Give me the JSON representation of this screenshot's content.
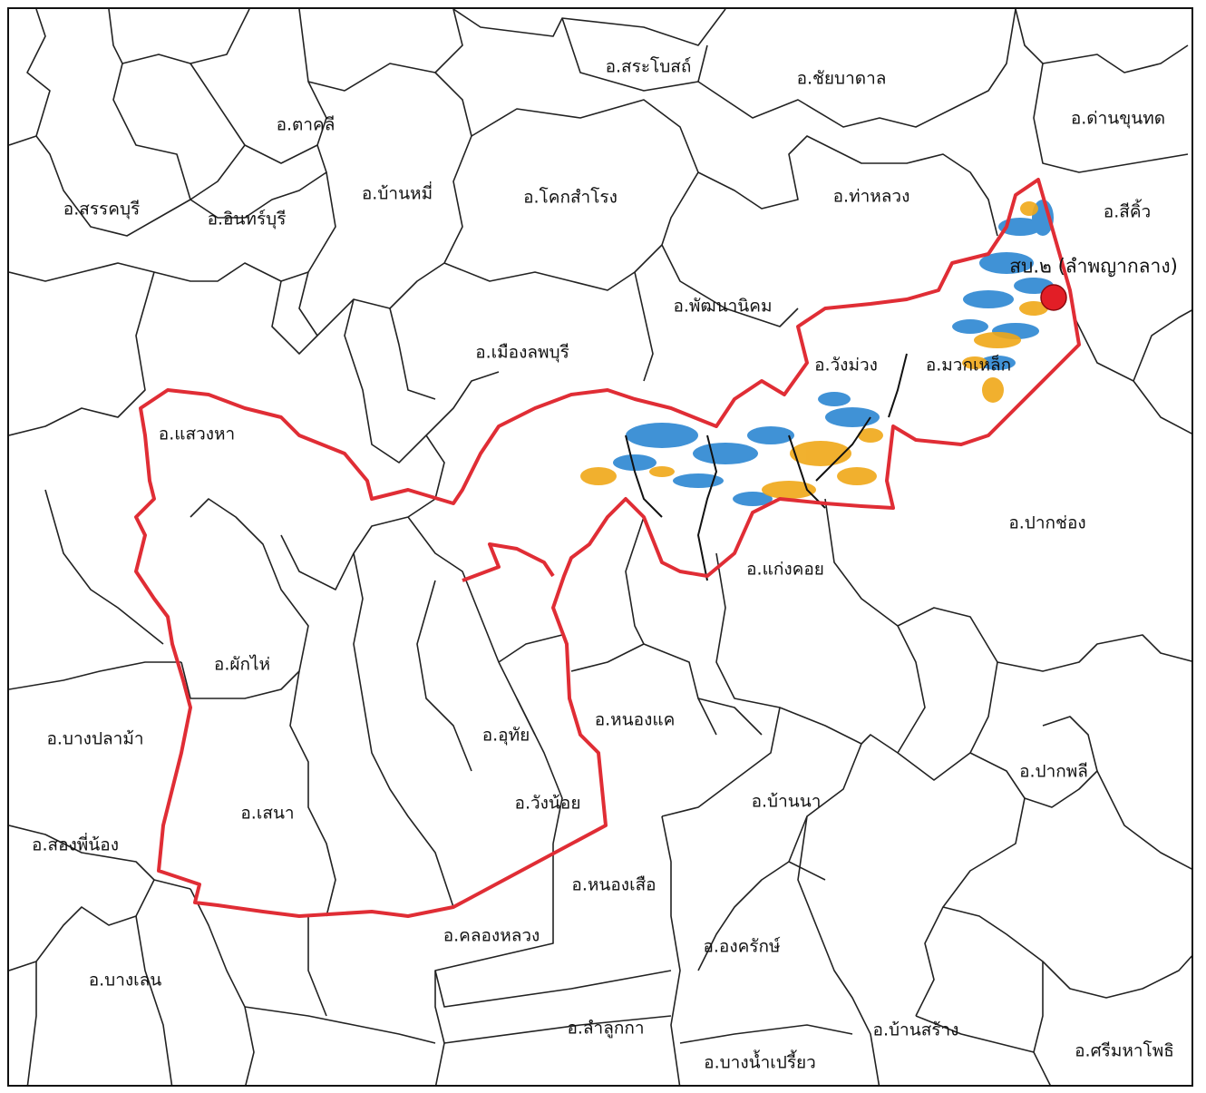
{
  "map": {
    "colors": {
      "boundary": "#222222",
      "basin_outline": "#e02d35",
      "flood_blue": "#1f7fd0",
      "flood_orange": "#f0a818",
      "station_marker": "#e21e26"
    },
    "station": {
      "label": "สบ.๒ (ลำพญากลาง)",
      "icon": "red-circle-marker"
    },
    "districts": [
      {
        "id": "sarabot",
        "name": "อ.สระโบสถ์"
      },
      {
        "id": "chaibadan",
        "name": "อ.ชัยบาดาล"
      },
      {
        "id": "dankhunthot",
        "name": "อ.ด่านขุนทด"
      },
      {
        "id": "takhli",
        "name": "อ.ตาคลี"
      },
      {
        "id": "sanphrakhon",
        "name": "อ.สรรคบุรี"
      },
      {
        "id": "inburi",
        "name": "อ.อินทร์บุรี"
      },
      {
        "id": "banmi",
        "name": "อ.บ้านหมี่"
      },
      {
        "id": "khoksamrong",
        "name": "อ.โคกสำโรง"
      },
      {
        "id": "thaluang",
        "name": "อ.ท่าหลวง"
      },
      {
        "id": "sikhio",
        "name": "อ.สีคิ้ว"
      },
      {
        "id": "phatthananikhom",
        "name": "อ.พัฒนานิคม"
      },
      {
        "id": "mueanglopburi",
        "name": "อ.เมืองลพบุรี"
      },
      {
        "id": "wangmuang",
        "name": "อ.วังม่วง"
      },
      {
        "id": "muaklek",
        "name": "อ.มวกเหล็ก"
      },
      {
        "id": "saenghai",
        "name": "อ.แสวงหา"
      },
      {
        "id": "pakchong",
        "name": "อ.ปากช่อง"
      },
      {
        "id": "kaengkhoi",
        "name": "อ.แก่งคอย"
      },
      {
        "id": "phakhai",
        "name": "อ.ผักไห่"
      },
      {
        "id": "bangplama",
        "name": "อ.บางปลาม้า"
      },
      {
        "id": "nongkhae",
        "name": "อ.หนองแค"
      },
      {
        "id": "uthai",
        "name": "อ.อุทัย"
      },
      {
        "id": "pakphli",
        "name": "อ.ปากพลี"
      },
      {
        "id": "sena",
        "name": "อ.เสนา"
      },
      {
        "id": "wangnoi",
        "name": "อ.วังน้อย"
      },
      {
        "id": "banna",
        "name": "อ.บ้านนา"
      },
      {
        "id": "songphinong",
        "name": "อ.สองพี่น้อง"
      },
      {
        "id": "nongsuea",
        "name": "อ.หนองเสือ"
      },
      {
        "id": "khlongluang",
        "name": "อ.คลองหลวง"
      },
      {
        "id": "ongkharak",
        "name": "อ.องครักษ์"
      },
      {
        "id": "banglen",
        "name": "อ.บางเลน"
      },
      {
        "id": "lamlukka",
        "name": "อ.ลำลูกกา"
      },
      {
        "id": "bansang",
        "name": "อ.บ้านสร้าง"
      },
      {
        "id": "srimahaphot",
        "name": "อ.ศรีมหาโพธิ"
      },
      {
        "id": "bangnamprieo",
        "name": "อ.บางน้ำเปรี้ยว"
      }
    ]
  }
}
